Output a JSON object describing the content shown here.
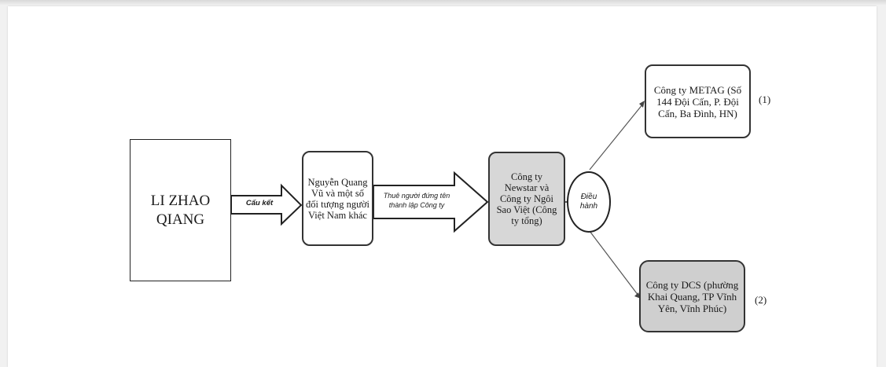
{
  "nodes": {
    "li_zhao_qiang": "LI ZHAO QIANG",
    "nguyen_quang_vu": "Nguyễn Quang Vũ và một số đối tượng người Việt Nam khác",
    "cong_ty_tong": "Công ty Newstar và Công ty Ngôi Sao Việt (Công ty tổng)",
    "metag": "Công ty METAG (Số 144 Đội Cấn, P. Đội Cấn, Ba Đình, HN)",
    "dcs": "Công ty DCS (phường Khai Quang, TP Vĩnh Yên, Vĩnh Phúc)"
  },
  "edges": {
    "cau_ket": "Cấu kết",
    "thue_nguoi": "Thuê người đứng tên thành lập Công ty",
    "dieu_hanh": "Điều hành"
  },
  "notes": {
    "metag": "(1)",
    "dcs": "(2)"
  }
}
